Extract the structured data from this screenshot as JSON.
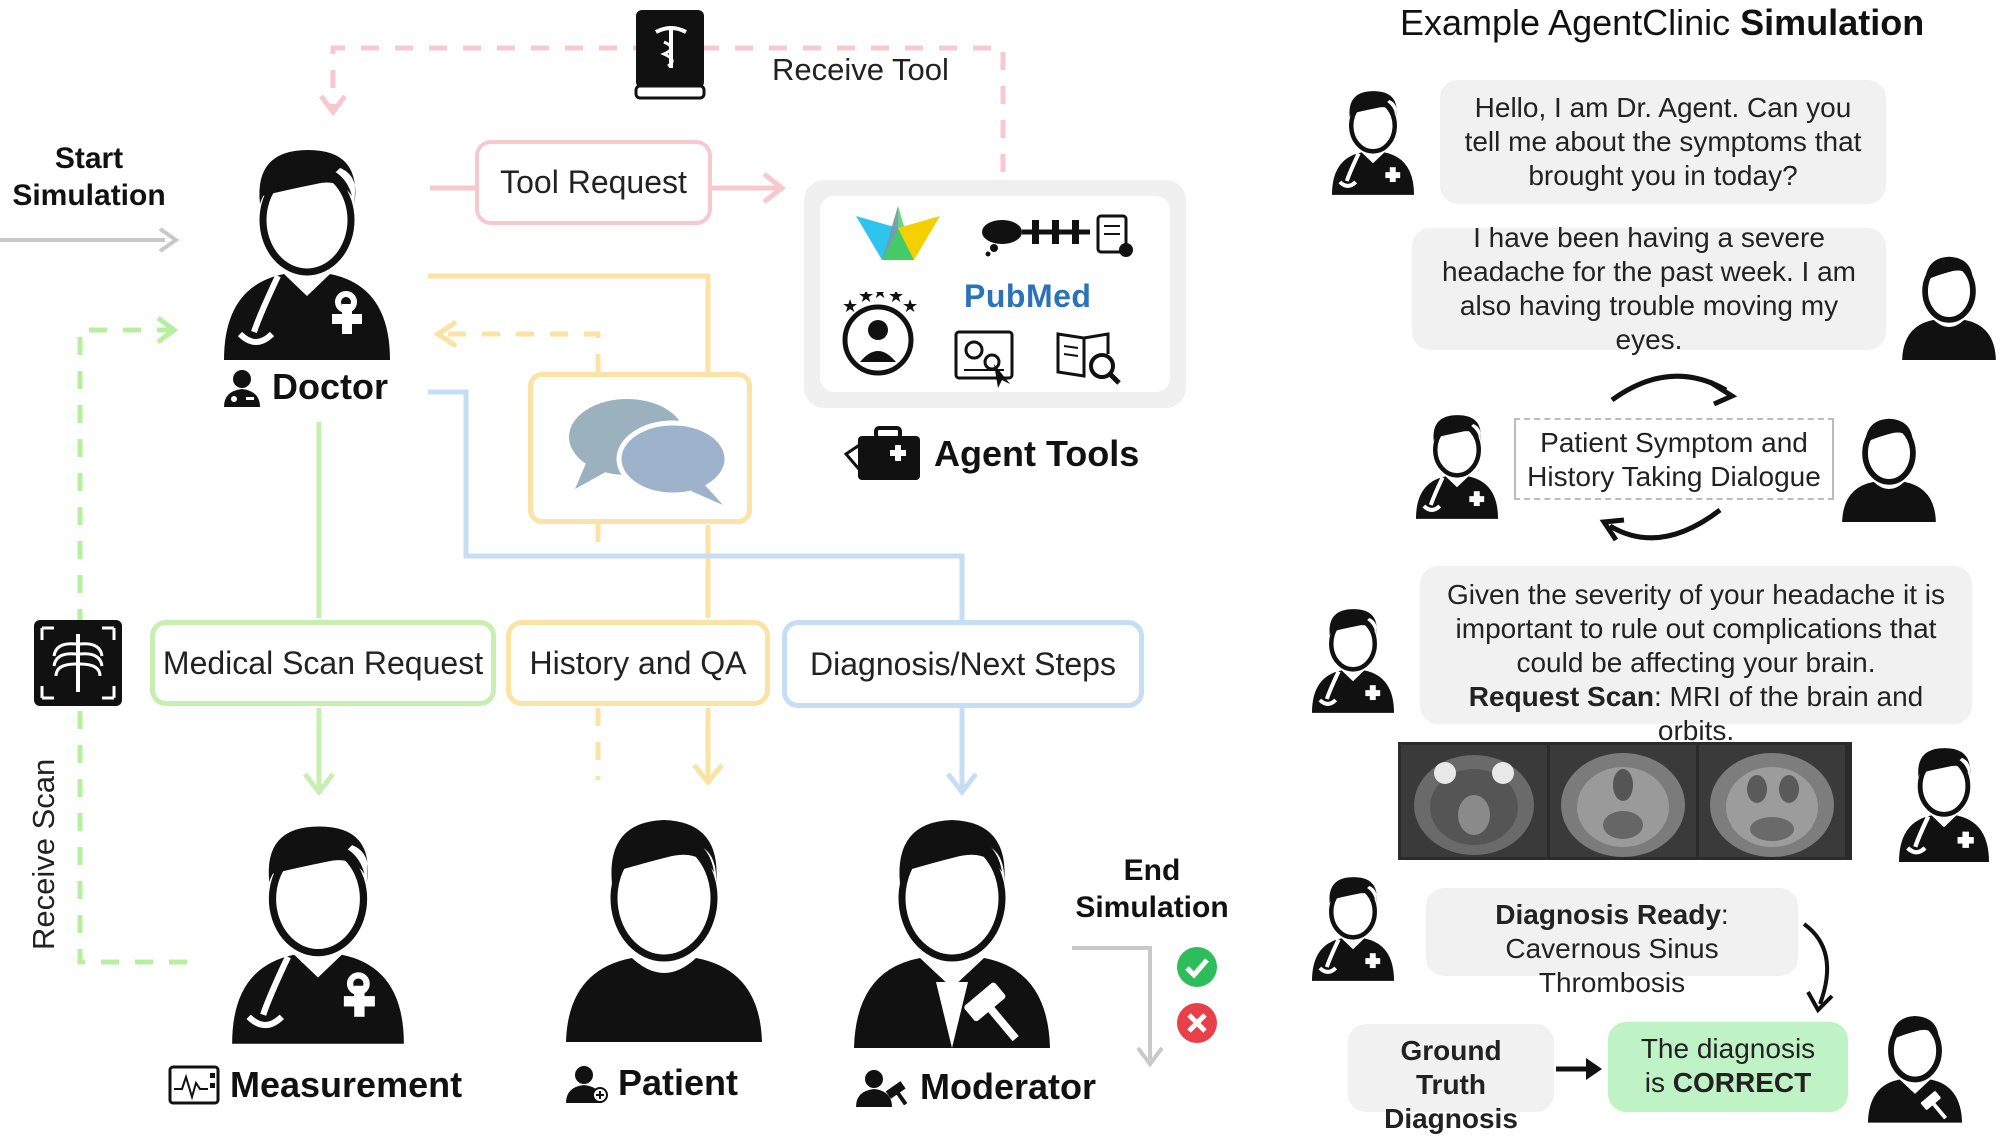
{
  "flow": {
    "start_label_line1": "Start",
    "start_label_line2": "Simulation",
    "receive_tool": "Receive Tool",
    "tool_request": "Tool Request",
    "agent_tools": "Agent Tools",
    "pubmed": "PubMed",
    "receive_scan": "Receive Scan",
    "medical_scan_request": "Medical Scan Request",
    "history_and_qa": "History and QA",
    "diagnosis_next_steps": "Diagnosis/Next Steps",
    "end_label_line1": "End",
    "end_label_line2": "Simulation",
    "roles": {
      "doctor": "Doctor",
      "measurement": "Measurement",
      "patient": "Patient",
      "moderator": "Moderator"
    }
  },
  "example": {
    "title_prefix": "Example AgentClinic ",
    "title_bold": "Simulation",
    "doctor_msg1": "Hello, I am Dr. Agent. Can you tell me about the symptoms that brought you in today?",
    "patient_msg1": "I have been having a severe headache for the past week. I am also having trouble moving my eyes.",
    "dialogue_line1": "Patient Symptom and",
    "dialogue_line2": "History Taking Dialogue",
    "doctor_msg2": "Given the severity of your headache it is important to rule out complications that could be affecting your brain.",
    "request_scan_label": "Request Scan",
    "request_scan_value": ": MRI of the brain and orbits.",
    "diagnosis_ready_label": "Diagnosis Ready",
    "diagnosis_ready_colon": ":",
    "diagnosis_value": "Cavernous Sinus Thrombosis",
    "ground_truth_line1": "Ground Truth",
    "ground_truth_line2": "Diagnosis",
    "verdict_line1": "The diagnosis",
    "verdict_prefix": "is ",
    "verdict_bold": "CORRECT"
  },
  "colors": {
    "tool_pink": "#f7c9cf",
    "qa_yellow": "#fbe3a6",
    "scan_green": "#c8efb2",
    "diag_blue": "#c6def4",
    "dashed_green": "#b6efa0",
    "check_green": "#2dbd5b",
    "cross_red": "#e8404a",
    "correct_bg": "#bff3c6"
  }
}
